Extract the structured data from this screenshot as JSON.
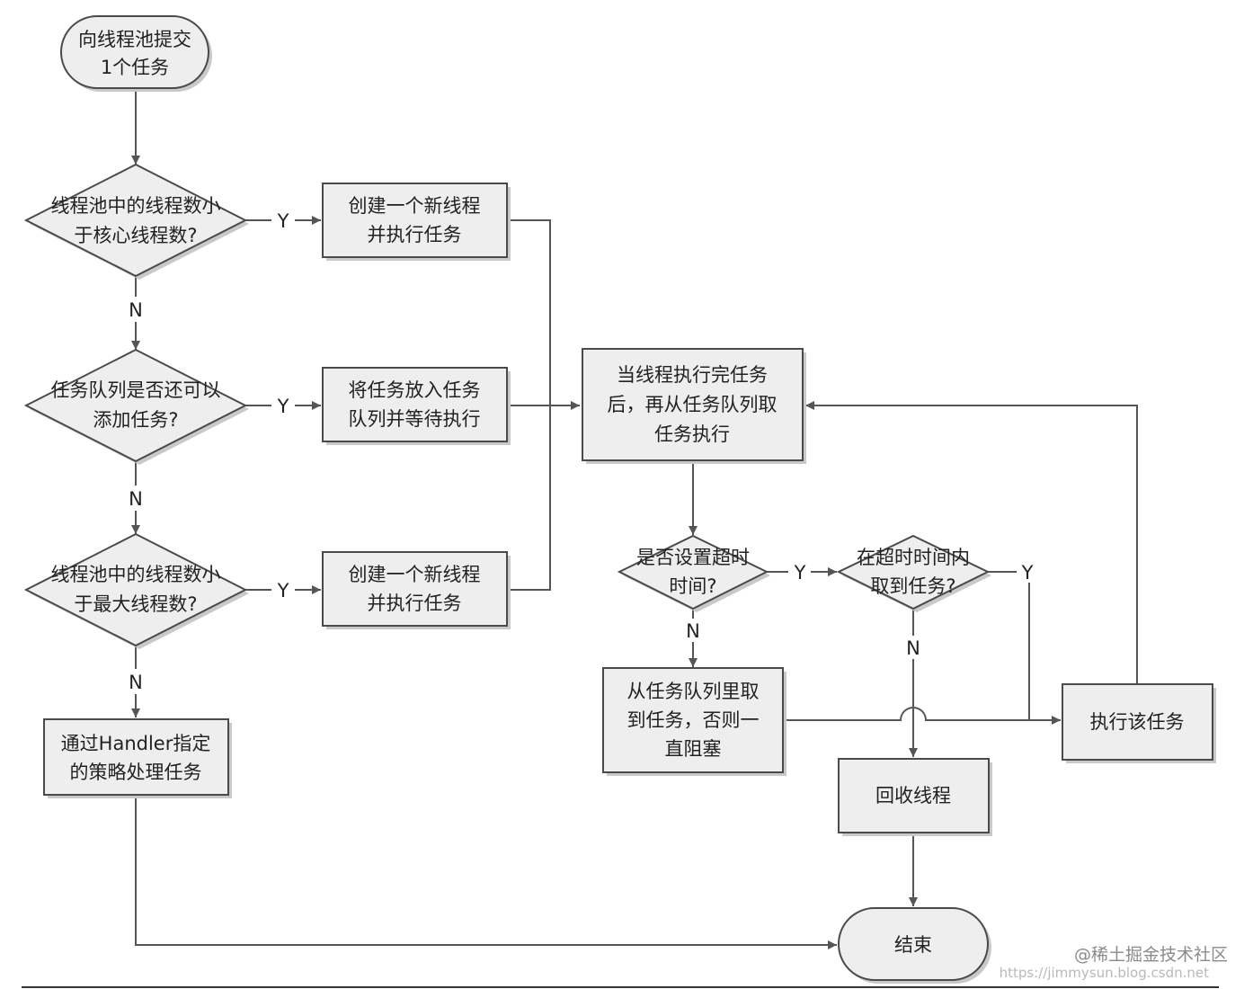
{
  "nodes": {
    "start": [
      "向线程池提交",
      "1个任务"
    ],
    "dec_core": [
      "线程池中的线程数小",
      "于核心线程数?"
    ],
    "create_thread_1": [
      "创建一个新线程",
      "并执行任务"
    ],
    "dec_queue": [
      "任务队列是否还可以",
      "添加任务?"
    ],
    "enqueue": [
      "将任务放入任务",
      "队列并等待执行"
    ],
    "dec_max": [
      "线程池中的线程数小",
      "于最大线程数?"
    ],
    "create_thread_2": [
      "创建一个新线程",
      "并执行任务"
    ],
    "handler": [
      "通过Handler指定",
      "的策略处理任务"
    ],
    "after_exec": [
      "当线程执行完任务",
      "后，再从任务队列取",
      "任务执行"
    ],
    "dec_timeout": [
      "是否设置超时",
      "时间?"
    ],
    "dec_get_in_time": [
      "在超时时间内",
      "取到任务?"
    ],
    "block_take": [
      "从任务队列里取",
      "到任务，否则一",
      "直阻塞"
    ],
    "exec_task": [
      "执行该任务"
    ],
    "recycle": [
      "回收线程"
    ],
    "end": [
      "结束"
    ]
  },
  "edge_labels": {
    "yes": "Y",
    "no": "N"
  },
  "watermark": {
    "site": "@稀土掘金技术社区",
    "url": "https://jimmysun.blog.csdn.net"
  },
  "colors": {
    "node_fill": "#eeeeee",
    "node_stroke": "#4a4a4a",
    "line": "#555555"
  }
}
